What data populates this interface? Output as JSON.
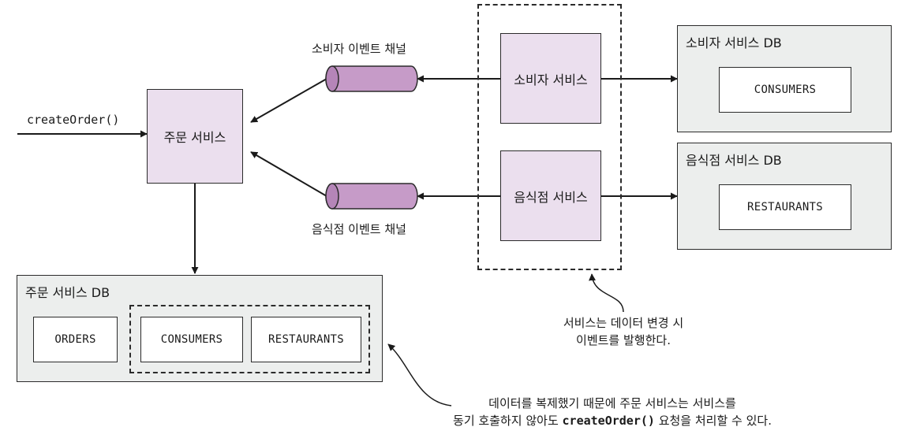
{
  "entry": {
    "call": "createOrder()"
  },
  "order_service": {
    "label": "주문 서비스"
  },
  "consumer_service": {
    "label": "소비자 서비스"
  },
  "restaurant_service": {
    "label": "음식점 서비스"
  },
  "consumer_channel": {
    "label": "소비자 이벤트 채널"
  },
  "restaurant_channel": {
    "label": "음식점 이벤트 채널"
  },
  "consumer_db": {
    "title": "소비자 서비스 DB",
    "table": "CONSUMERS"
  },
  "restaurant_db": {
    "title": "음식점 서비스 DB",
    "table": "RESTAURANTS"
  },
  "order_db": {
    "title": "주문 서비스 DB",
    "tables": {
      "orders": "ORDERS",
      "consumers": "CONSUMERS",
      "restaurants": "RESTAURANTS"
    }
  },
  "notes": {
    "publish_line1": "서비스는 데이터 변경 시",
    "publish_line2": "이벤트를 발행한다.",
    "replica_line1": "데이터를 복제했기 때문에 주문 서비스는 서비스를",
    "replica_line2_pre": "동기 호출하지 않아도 ",
    "replica_line2_code": "createOrder()",
    "replica_line2_post": " 요청을 처리할 수 있다."
  },
  "colors": {
    "service_fill": "#ebdfee",
    "db_fill": "#eceeed",
    "channel_fill": "#c69bc8",
    "stroke": "#2b2b2b"
  }
}
